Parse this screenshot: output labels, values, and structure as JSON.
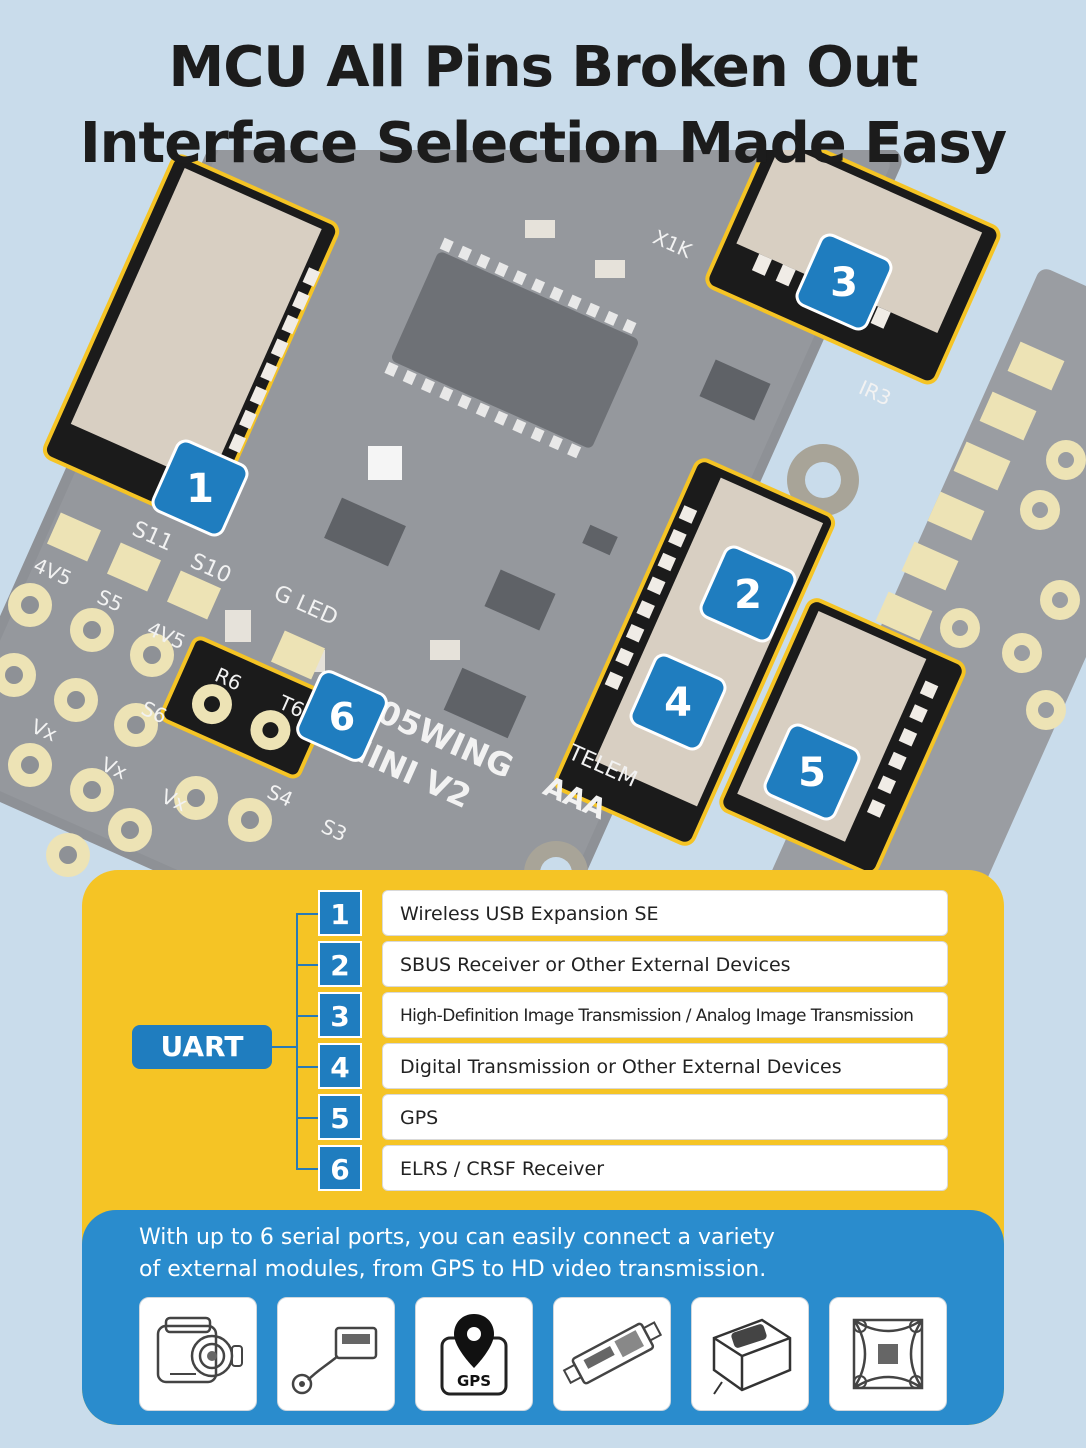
{
  "title": {
    "line1": "MCU All Pins Broken Out",
    "line2": "Interface Selection Made Easy"
  },
  "board": {
    "callouts": [
      "1",
      "2",
      "3",
      "4",
      "5",
      "6"
    ],
    "silkscreen": {
      "s11": "S11",
      "s10": "S10",
      "s5": "S5",
      "s6": "S6",
      "v4v5_a": "4V5",
      "v4v5_b": "4V5",
      "vx_a": "Vx",
      "vx_b": "Vx",
      "vx_c": "Vx",
      "s4": "S4",
      "s3": "S3",
      "gled": "G LED",
      "r6": "R6",
      "t6": "T6",
      "model_line1": "405WING",
      "model_line2": "MINI V2",
      "aaa": "AAA",
      "telem": "TELEM",
      "ir3": "IR3",
      "x1k": "X1K"
    },
    "colors": {
      "pcb": "#8a8d92",
      "connector_border": "#1b1b1b",
      "connector_body": "#d8d0c4",
      "badge": "#1f7dbf"
    }
  },
  "panel": {
    "group_label": "UART",
    "rows": [
      {
        "num": "1",
        "text": "Wireless USB Expansion SE"
      },
      {
        "num": "2",
        "text": "SBUS Receiver or Other External Devices"
      },
      {
        "num": "3",
        "text": "High-Definition Image Transmission / Analog Image Transmission"
      },
      {
        "num": "4",
        "text": "Digital Transmission or Other External Devices"
      },
      {
        "num": "5",
        "text": "GPS"
      },
      {
        "num": "6",
        "text": "ELRS / CRSF Receiver"
      }
    ],
    "description_line1": "With up to 6 serial ports, you can easily connect a variety",
    "description_line2": "of external modules, from GPS to HD video transmission.",
    "tiles": [
      {
        "icon": "camera-icon"
      },
      {
        "icon": "receiver-module-icon"
      },
      {
        "icon": "gps-pin-icon",
        "label": "GPS"
      },
      {
        "icon": "vtx-module-icon"
      },
      {
        "icon": "air-unit-icon"
      },
      {
        "icon": "flight-controller-icon"
      }
    ],
    "colors": {
      "yellow": "#f5c425",
      "blue": "#2a8ccd",
      "badge": "#1f7dbf"
    }
  }
}
